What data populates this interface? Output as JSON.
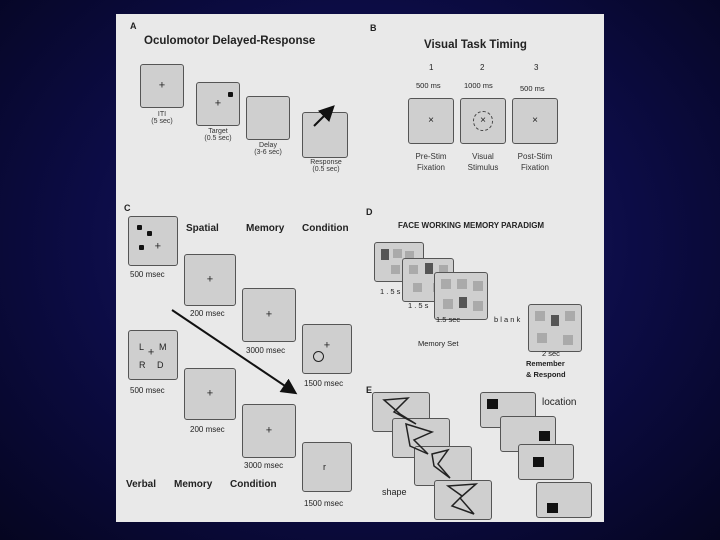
{
  "panels": {
    "A": {
      "letter": "A",
      "title": "Oculomotor   Delayed-Response",
      "frames": [
        {
          "label": "ITI",
          "sub": "(5 sec)"
        },
        {
          "label": "Target",
          "sub": "(0.5 sec)"
        },
        {
          "label": "Delay",
          "sub": "(3-6 sec)"
        },
        {
          "label": "Response",
          "sub": "(0.5 sec)"
        }
      ],
      "fixation": "+"
    },
    "B": {
      "letter": "B",
      "title": "Visual Task Timing",
      "steps": [
        {
          "num": "1",
          "duration": "500  ms",
          "label1": "Pre-Stim",
          "label2": "Fixation",
          "symbol": "×"
        },
        {
          "num": "2",
          "duration": "1000  ms",
          "label1": "Visual",
          "label2": "Stimulus",
          "symbol": "×"
        },
        {
          "num": "3",
          "duration": "500  ms",
          "label1": "Post-Stim",
          "label2": "Fixation",
          "symbol": "×"
        }
      ]
    },
    "C": {
      "letter": "C",
      "spatial_title": [
        "Spatial",
        "Memory",
        "Condition"
      ],
      "verbal_title": [
        "Verbal",
        "Memory",
        "Condition"
      ],
      "spatial_times": [
        "500  msec",
        "200  msec",
        "3000  msec",
        "1500  msec"
      ],
      "verbal_times": [
        "500  msec",
        "200  msec",
        "3000  msec",
        "1500  msec"
      ],
      "letters": {
        "l": "L",
        "m": "M",
        "r": "R",
        "d": "D"
      },
      "probe_letter": "r",
      "fixation": "+"
    },
    "D": {
      "letter": "D",
      "title": "FACE WORKING  MEMORY PARADIGM",
      "durations": [
        "1 . 5  s",
        "1 . 5  s",
        "1.5      sec"
      ],
      "blank": "b l a n k",
      "memory_set": "Memory       Set",
      "probe_time": "2   sec",
      "remember": "Remember",
      "respond": "&     Respond"
    },
    "E": {
      "letter": "E",
      "location_label": "location",
      "shape_label": "shape"
    }
  },
  "colors": {
    "background": "#0c0c45",
    "figure": "#e9e9e9",
    "screen": "#cfcfcf"
  }
}
